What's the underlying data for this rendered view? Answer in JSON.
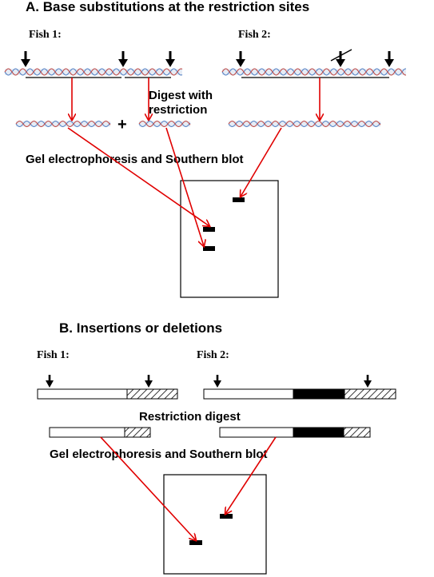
{
  "section_a": {
    "title": "A. Base substitutions at the restriction sites",
    "fish1_label": "Fish 1:",
    "fish2_label": "Fish 2:",
    "digest_label_line1": "Digest with",
    "digest_label_line2": "restriction",
    "plus_sign": "+",
    "gel_label": "Gel electrophoresis and Southern blot"
  },
  "section_b": {
    "title": "B. Insertions or deletions",
    "fish1_label": "Fish 1:",
    "fish2_label": "Fish 2:",
    "digest_label": "Restriction digest",
    "gel_label": "Gel electrophoresis and Southern blot"
  },
  "colors": {
    "arrow_red": "#e00000",
    "dna_strand_blue": "#5b86c6",
    "dna_strand_red": "#c0504d",
    "band_black": "#000000"
  }
}
